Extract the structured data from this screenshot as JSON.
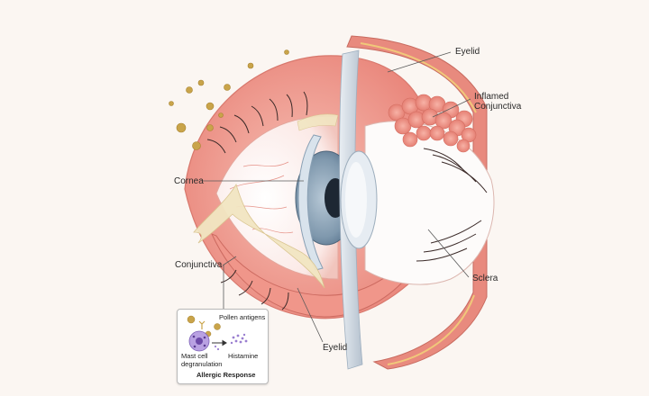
{
  "labels": {
    "eyelid_top": "Eyelid",
    "inflamed": "Inflamed\nConjunctiva",
    "cornea": "Cornea",
    "conjunctiva": "Conjunctiva",
    "sclera": "Sclera",
    "eyelid_bottom": "Eyelid"
  },
  "inset": {
    "pollen_antigens": "Pollen antigens",
    "mast_cell": "Mast cell\ndegranulation",
    "histamine": "Histamine",
    "title": "Allergic Response"
  },
  "colors": {
    "background": "#fbf6f2",
    "lid_skin": "#f2a79a",
    "conjunctiva_inflamed": "#ee8f80",
    "sclera": "#ffffff",
    "iris": "#7f98ad",
    "discharge": "#f2e6c2",
    "pollen": "#c9a44a",
    "mast_cell": "#9a7fd0"
  },
  "icons": [
    "pollen-grain-icon",
    "mast-cell-icon",
    "histamine-dots-icon",
    "arrow-right-icon"
  ]
}
